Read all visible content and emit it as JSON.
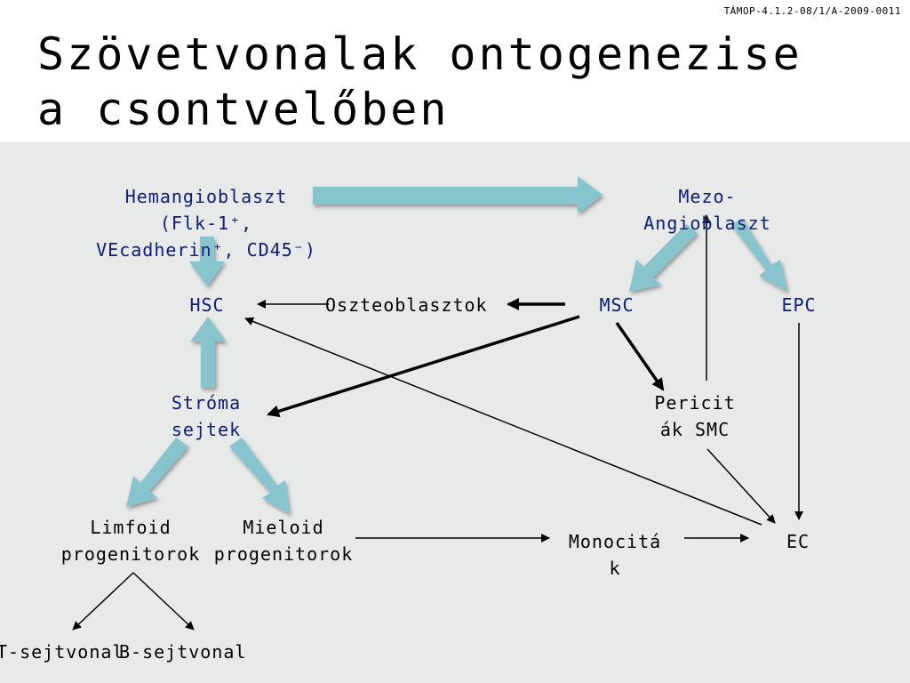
{
  "header": {
    "project_code": "TÁMOP-4.1.2-08/1/A-2009-0011",
    "title_line1": "Szövetvonalak ontogenezise",
    "title_line2": "a csontvelőben"
  },
  "nodes": {
    "hemangioblast": {
      "line1": "Hemangioblaszt",
      "line2": "(Flk-1⁺,",
      "line3": "VEcadherin⁺, CD45⁻)"
    },
    "mezoangioblast": {
      "line1": "Mezo-",
      "line2": "Angioblaszt"
    },
    "hsc": "HSC",
    "osteoblast": "Oszteoblasztok",
    "msc": "MSC",
    "epc": "EPC",
    "stroma": {
      "line1": "Stróma",
      "line2": "sejtek"
    },
    "pericyte": {
      "line1": "Pericit",
      "line2": "ák SMC"
    },
    "limfoid": {
      "line1": "Limfoid",
      "line2": "progenitorok"
    },
    "mieloid": {
      "line1": "Mieloid",
      "line2": "progenitorok"
    },
    "monocyte": {
      "line1": "Monocitá",
      "line2": "k"
    },
    "ec": "EC",
    "tcell": "T-sejtvonal",
    "bcell": "B-sejtvonal"
  },
  "colors": {
    "thick_arrow": "#87c4ce",
    "panel": "#e8eaea",
    "blue_text": "#14216e"
  }
}
